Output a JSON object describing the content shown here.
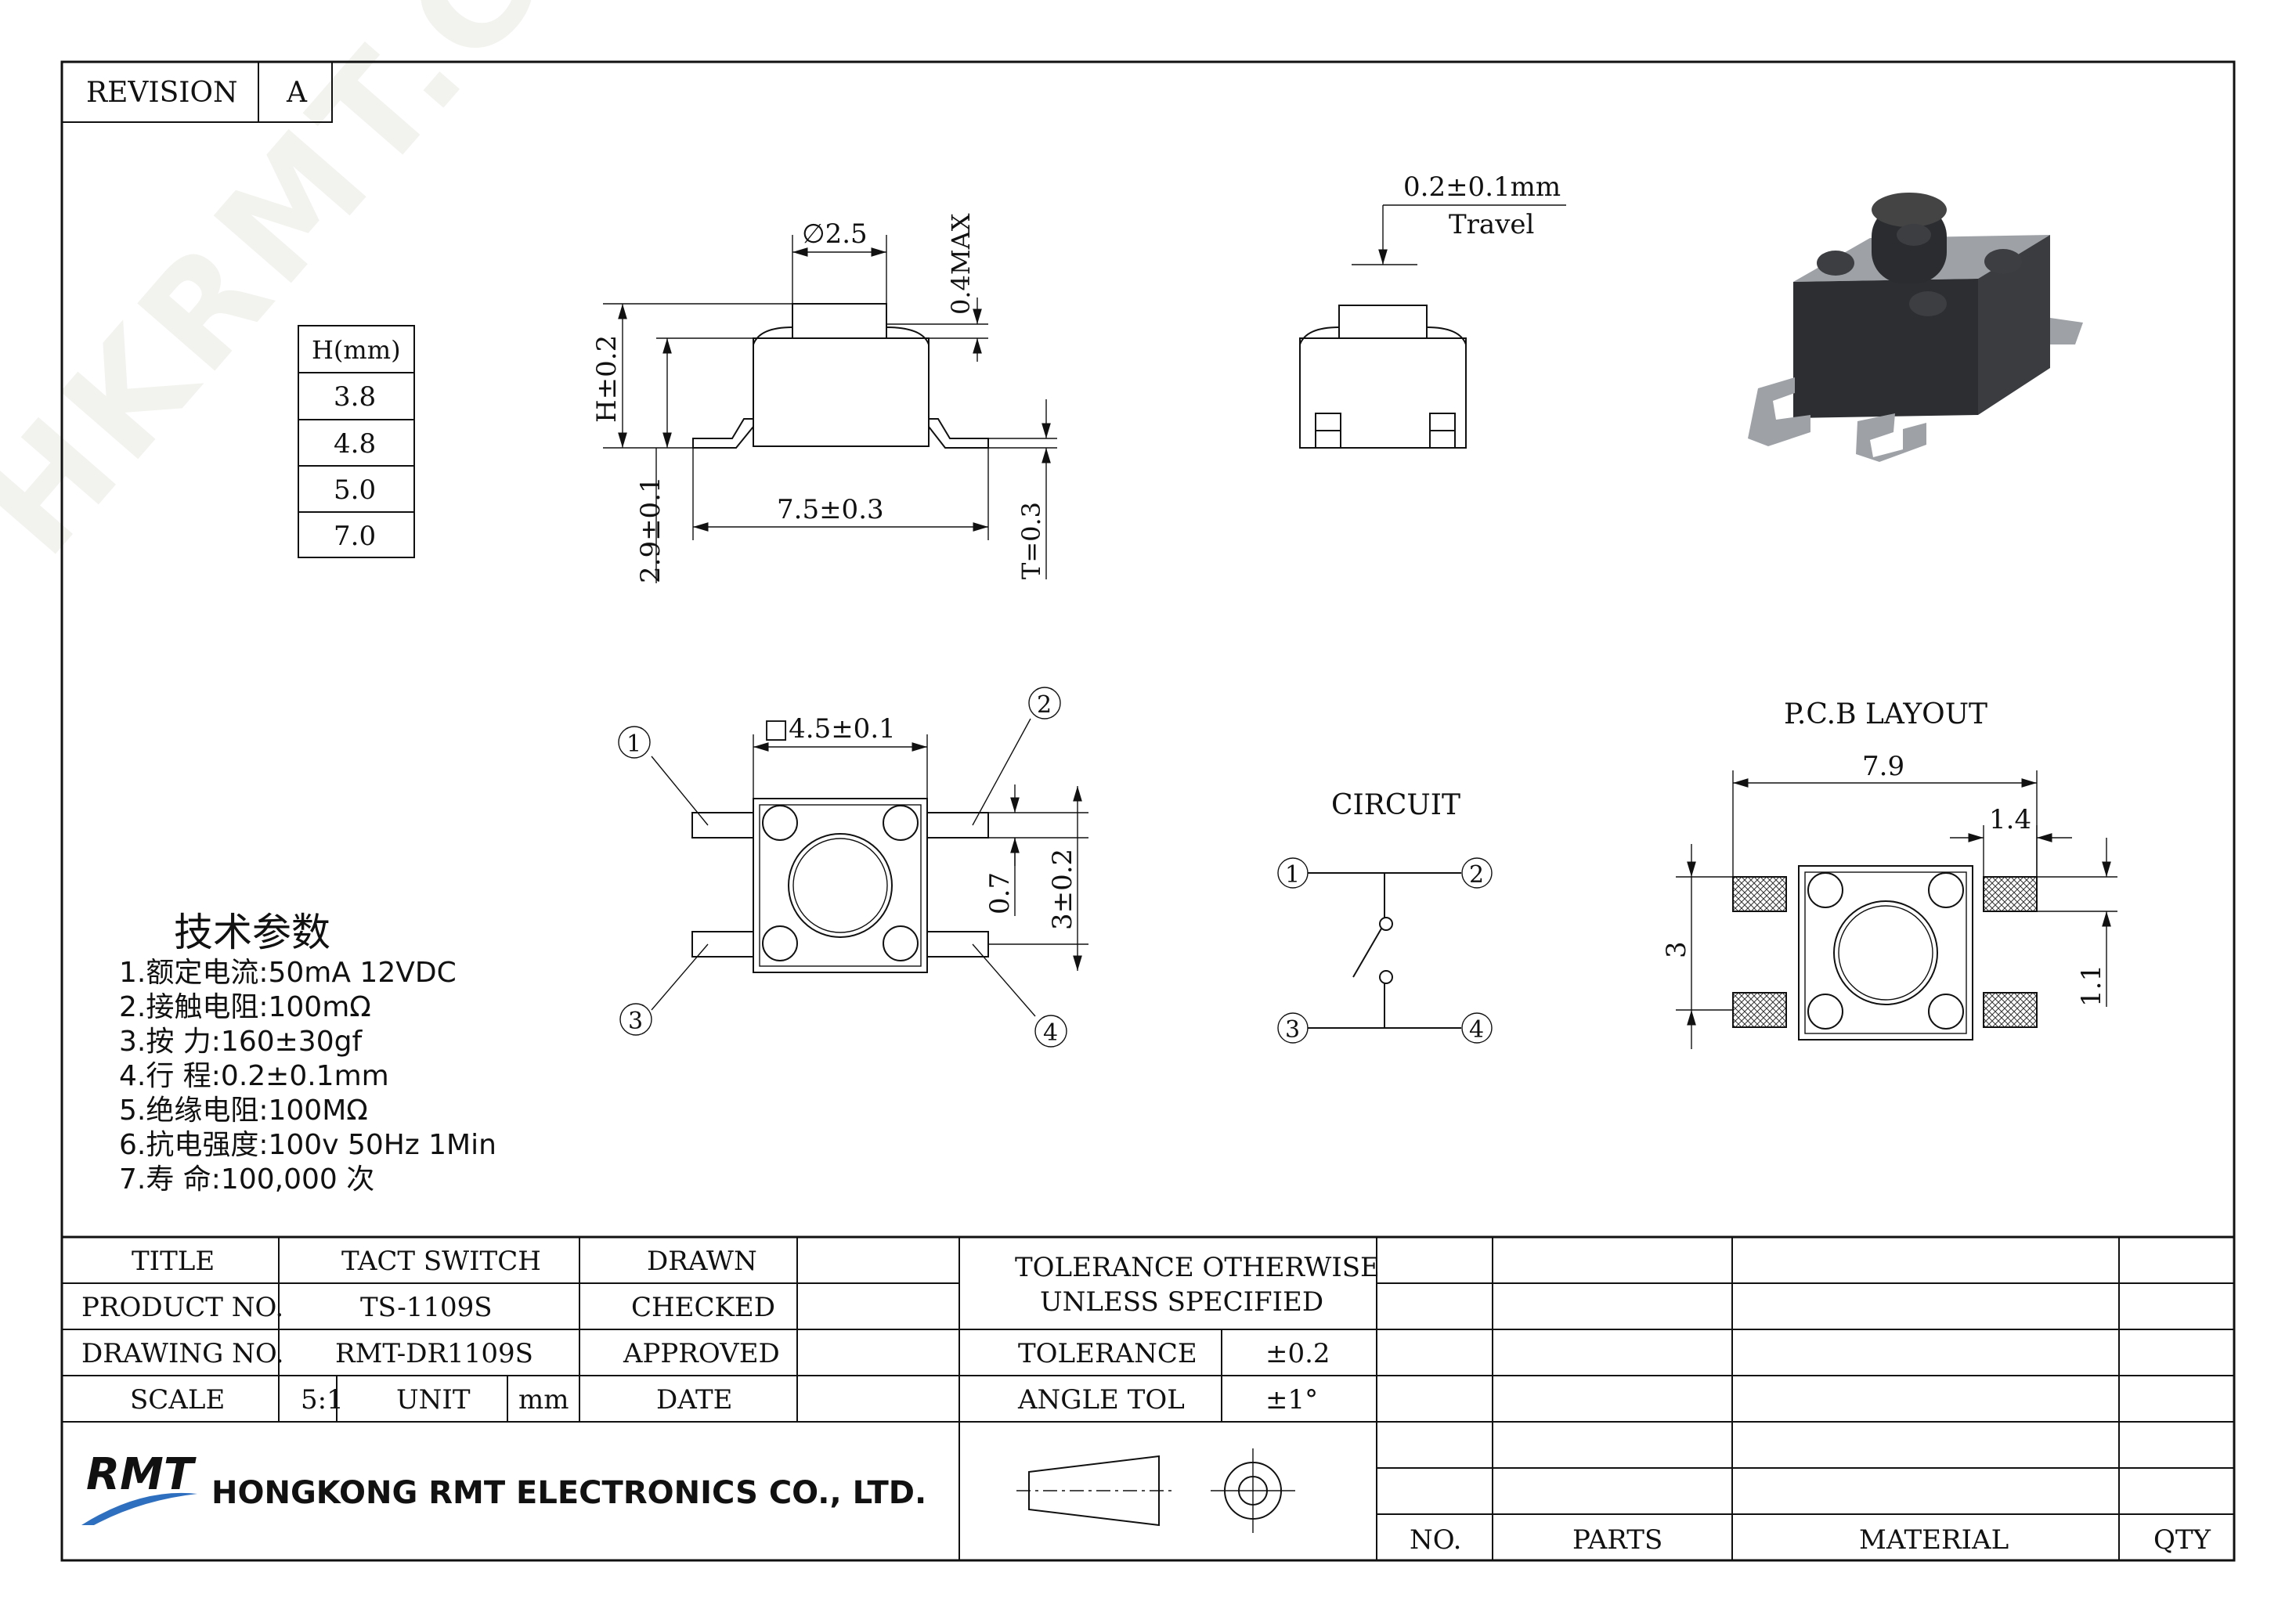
{
  "revision": {
    "label": "REVISION",
    "value": "A"
  },
  "watermark": "HKRMT.COM",
  "height_table": {
    "header": "H(mm)",
    "values": [
      "3.8",
      "4.8",
      "5.0",
      "7.0"
    ]
  },
  "side_view": {
    "dia": "∅2.5",
    "max": "0.4MAX",
    "h": "H±0.2",
    "base": "2.9±0.1",
    "width": "7.5±0.3",
    "t": "T=0.3"
  },
  "travel": {
    "value": "0.2±0.1mm",
    "label": "Travel"
  },
  "top_view": {
    "square": "□4.5±0.1",
    "pitch1": "0.7",
    "pitch2": "3±0.2",
    "pins": [
      "1",
      "2",
      "3",
      "4"
    ]
  },
  "circuit": {
    "title": "CIRCUIT",
    "pins": [
      "1",
      "2",
      "3",
      "4"
    ]
  },
  "pcb": {
    "title": "P.C.B LAYOUT",
    "w1": "7.9",
    "w2": "1.4",
    "h1": "3",
    "h2": "1.1"
  },
  "specs": {
    "title": "技术参数",
    "items": [
      "1.额定电流:50mA 12VDC",
      "2.接触电阻:100mΩ",
      "3.按 力:160±30gf",
      "4.行 程:0.2±0.1mm",
      "5.绝缘电阻:100MΩ",
      "6.抗电强度:100v 50Hz 1Min",
      "7.寿 命:100,000 次"
    ]
  },
  "title_block": {
    "title_label": "TITLE",
    "title_value": "TACT SWITCH",
    "product_label": "PRODUCT NO.",
    "product_value": "TS-1109S",
    "drawing_label": "DRAWING NO.",
    "drawing_value": "RMT-DR1109S",
    "scale_label": "SCALE",
    "scale_value": "5:1",
    "unit_label": "UNIT",
    "unit_value": "mm",
    "drawn": "DRAWN",
    "checked": "CHECKED",
    "approved": "APPROVED",
    "date": "DATE",
    "tol_note_1": "TOLERANCE OTHERWISE",
    "tol_note_2": "UNLESS SPECIFIED",
    "tolerance_label": "TOLERANCE",
    "tolerance_value": "±0.2",
    "angle_label": "ANGLE TOL",
    "angle_value": "±1°",
    "company_logo": "RMT",
    "company": "HONGKONG RMT ELECTRONICS CO., LTD.",
    "bom_headers": [
      "NO.",
      "PARTS",
      "MATERIAL",
      "QTY"
    ]
  }
}
